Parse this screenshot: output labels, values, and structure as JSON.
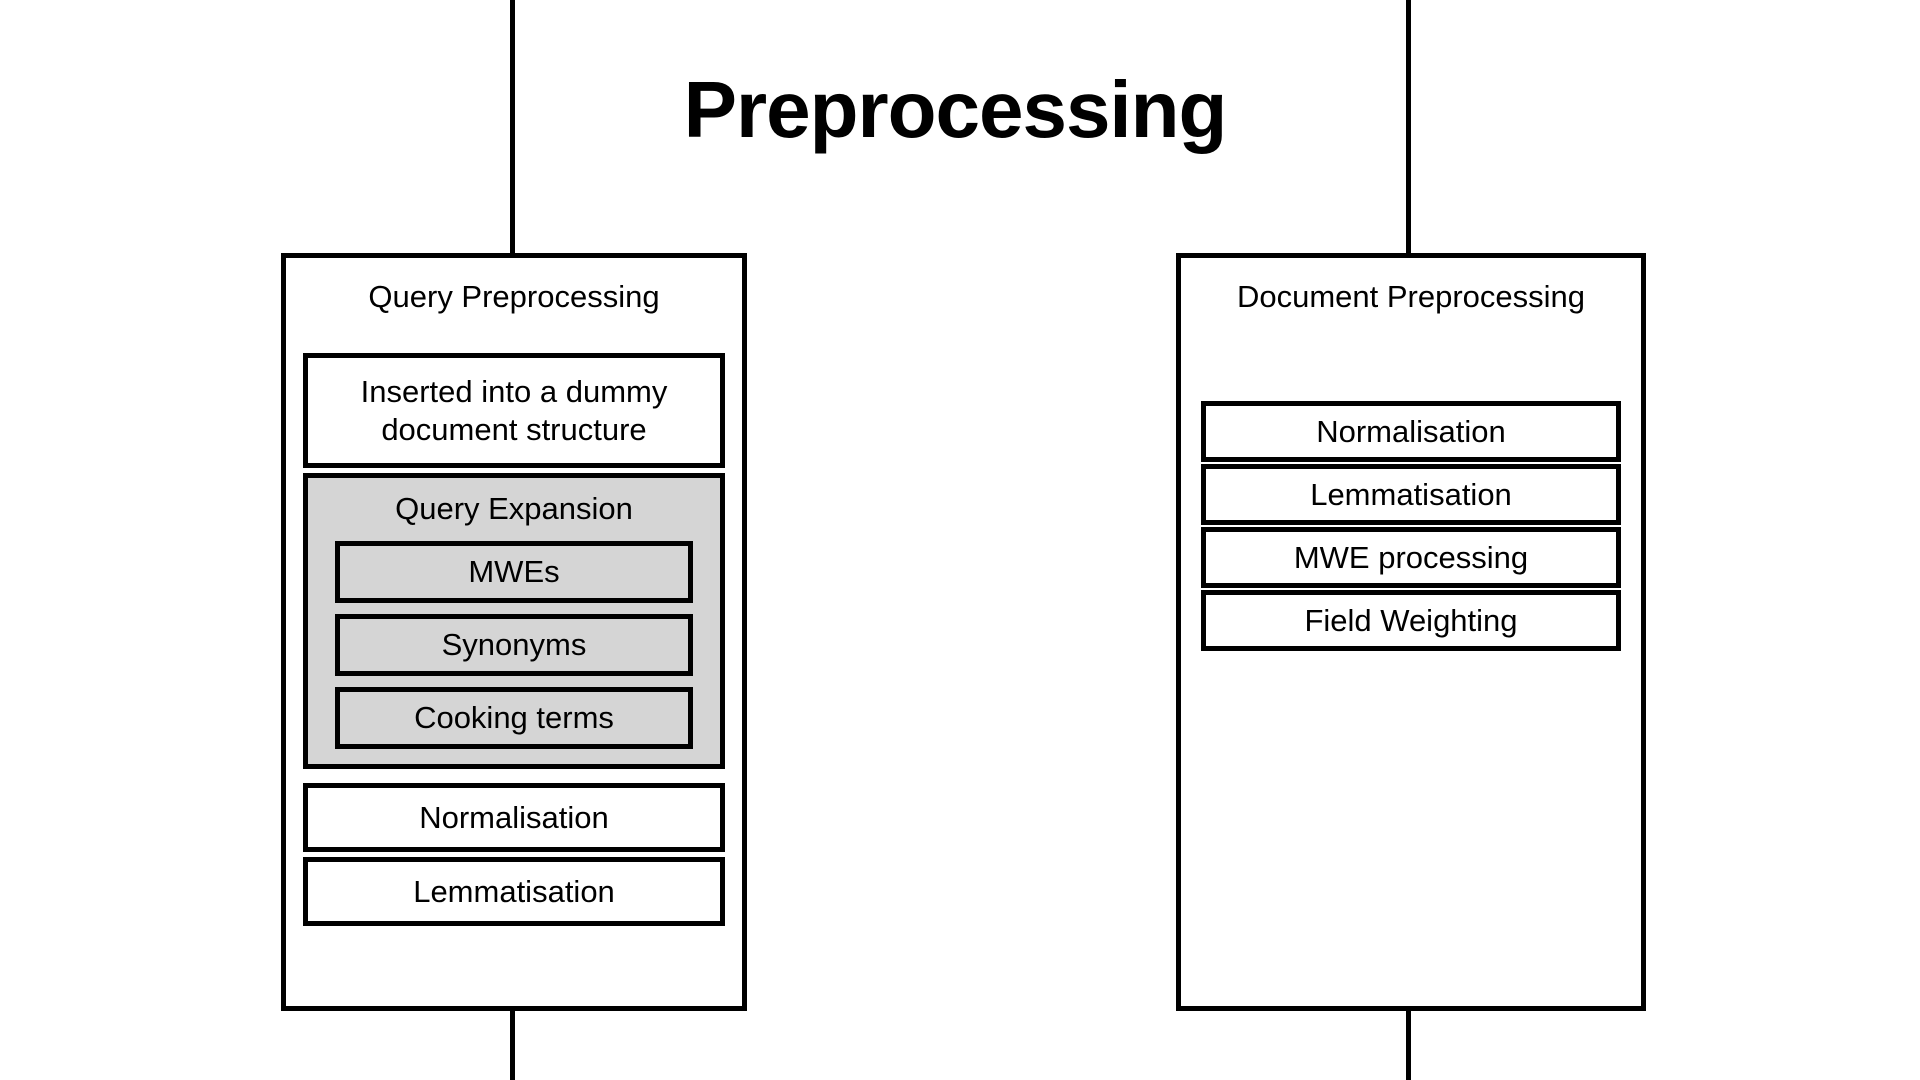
{
  "title": "Preprocessing",
  "colors": {
    "stroke": "#000000",
    "panel_fill": "#ffffff",
    "group_fill": "#d5d5d5",
    "background": "#ffffff"
  },
  "connectors": [
    {
      "name": "query-top-connector",
      "orientation": "vertical"
    },
    {
      "name": "query-bottom-connector",
      "orientation": "vertical"
    },
    {
      "name": "document-top-connector",
      "orientation": "vertical"
    },
    {
      "name": "document-bottom-connector",
      "orientation": "vertical"
    }
  ],
  "query_panel": {
    "title": "Query Preprocessing",
    "pre_steps": [
      {
        "label": "Inserted into a dummy document structure",
        "line1": "Inserted into a dummy",
        "line2": "document structure"
      }
    ],
    "group": {
      "title": "Query Expansion",
      "items": [
        {
          "label": "MWEs"
        },
        {
          "label": "Synonyms"
        },
        {
          "label": "Cooking terms"
        }
      ]
    },
    "post_steps": [
      {
        "label": "Normalisation"
      },
      {
        "label": "Lemmatisation"
      }
    ]
  },
  "document_panel": {
    "title": "Document Preprocessing",
    "steps": [
      {
        "label": "Normalisation"
      },
      {
        "label": "Lemmatisation"
      },
      {
        "label": "MWE processing"
      },
      {
        "label": "Field Weighting"
      }
    ]
  }
}
